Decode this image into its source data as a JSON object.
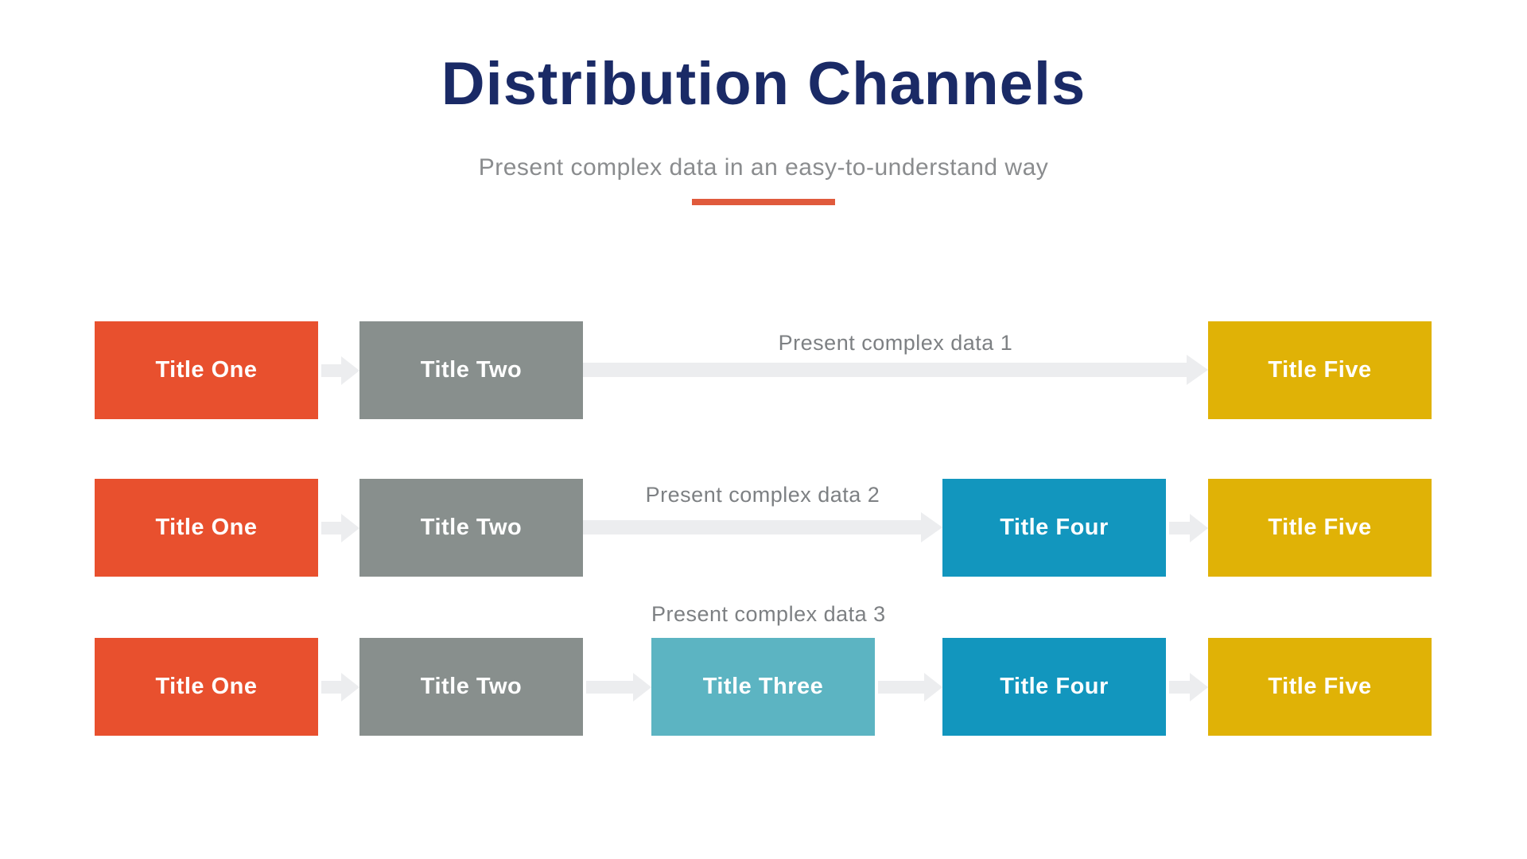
{
  "slide": {
    "title": "Distribution Channels",
    "subtitle": "Present complex data in an easy-to-understand way"
  },
  "palette": {
    "title_navy": "#1A2A66",
    "subtitle_gray": "#8A8C8E",
    "divider_orange": "#E05A3C",
    "flow_label_gray": "#7D8083",
    "arrow_gray": "#ECEDEF",
    "node_text": "#FFFFFF",
    "node_orange": "#E8502E",
    "node_gray": "#888F8D",
    "node_teal": "#5CB4C2",
    "node_blue": "#1296BE",
    "node_yellow": "#E0B206"
  },
  "diagram": {
    "rows": [
      {
        "label": "Present complex data 1",
        "nodes": [
          {
            "text": "Title One",
            "color": "#E8502E"
          },
          {
            "text": "Title Two",
            "color": "#888F8D"
          },
          {
            "text": "Title Five",
            "color": "#E0B206"
          }
        ]
      },
      {
        "label": "Present complex data 2",
        "nodes": [
          {
            "text": "Title One",
            "color": "#E8502E"
          },
          {
            "text": "Title Two",
            "color": "#888F8D"
          },
          {
            "text": "Title Four",
            "color": "#1296BE"
          },
          {
            "text": "Title Five",
            "color": "#E0B206"
          }
        ]
      },
      {
        "label": "Present complex data 3",
        "nodes": [
          {
            "text": "Title One",
            "color": "#E8502E"
          },
          {
            "text": "Title Two",
            "color": "#888F8D"
          },
          {
            "text": "Title Three",
            "color": "#5CB4C2"
          },
          {
            "text": "Title Four",
            "color": "#1296BE"
          },
          {
            "text": "Title Five",
            "color": "#E0B206"
          }
        ]
      }
    ]
  }
}
